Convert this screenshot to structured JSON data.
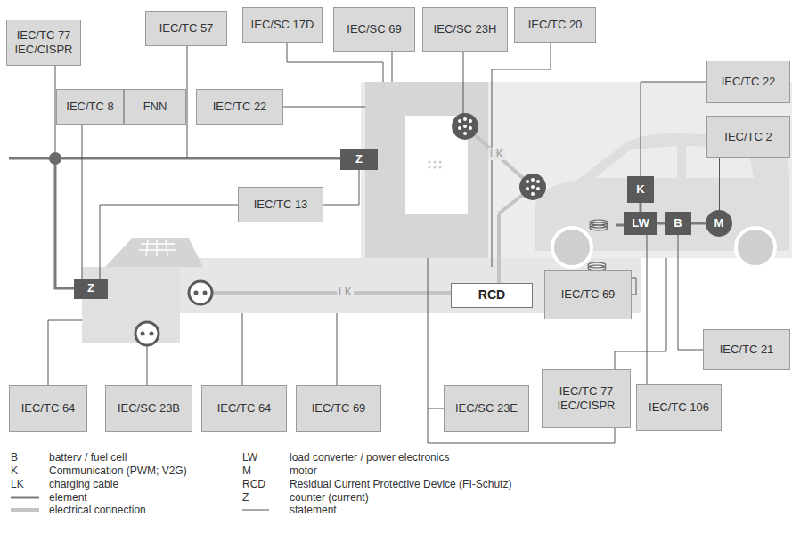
{
  "diagram": {
    "nodes": [
      {
        "text": [
          "IEC/TC 77",
          "IEC/CISPR"
        ]
      },
      {
        "text": [
          "IEC/TC 57"
        ]
      },
      {
        "text": [
          "IEC/SC 17D"
        ]
      },
      {
        "text": [
          "IEC/SC 69"
        ]
      },
      {
        "text": [
          "IEC/SC 23H"
        ]
      },
      {
        "text": [
          "IEC/TC 20"
        ]
      },
      {
        "text": [
          "IEC/TC 22"
        ]
      },
      {
        "text": [
          "IEC/TC 8"
        ]
      },
      {
        "text": [
          "FNN"
        ]
      },
      {
        "text": [
          "IEC/TC 22"
        ]
      },
      {
        "text": [
          "IEC/TC 2"
        ]
      },
      {
        "text": [
          "IEC/TC 13"
        ]
      },
      {
        "text": [
          "IEC/TC 69"
        ]
      },
      {
        "text": [
          "RCD"
        ]
      },
      {
        "text": [
          "IEC/TC 21"
        ]
      },
      {
        "text": [
          "IEC/TC 64"
        ]
      },
      {
        "text": [
          "IEC/SC 23B"
        ]
      },
      {
        "text": [
          "IEC/TC 64"
        ]
      },
      {
        "text": [
          "IEC/TC 69"
        ]
      },
      {
        "text": [
          "IEC/SC 23E"
        ]
      },
      {
        "text": [
          "IEC/TC 77",
          "IEC/CISPR"
        ]
      },
      {
        "text": [
          "IEC/TC 106"
        ]
      },
      {
        "text": [
          "Z"
        ]
      },
      {
        "text": [
          "Z"
        ]
      },
      {
        "text": [
          "K"
        ]
      },
      {
        "text": [
          "LW"
        ]
      },
      {
        "text": [
          "B"
        ]
      },
      {
        "text": [
          "M"
        ]
      }
    ],
    "edges": [
      {
        "from": 11,
        "to": 22,
        "arrow": "none"
      },
      {
        "from": 11,
        "to": 23,
        "arrow": "none"
      },
      {
        "from": 7,
        "to": 23,
        "arrow": "none"
      },
      {
        "from": 6,
        "to": 24,
        "arrow": "none"
      },
      {
        "from": 10,
        "to": 27,
        "arrow": "none"
      },
      {
        "from": 14,
        "to": 26,
        "arrow": "none"
      },
      {
        "from": 21,
        "to": 25,
        "arrow": "none"
      },
      {
        "from": 24,
        "to": 25,
        "arrow": "none"
      },
      {
        "from": 25,
        "to": 26,
        "arrow": "none"
      },
      {
        "from": 26,
        "to": 27,
        "arrow": "none"
      }
    ],
    "labels": [
      "B",
      "K",
      "LK",
      "LW",
      "M",
      "RCD",
      "Z",
      "LK",
      "LK"
    ],
    "legend": [
      {
        "text": "batterv / fuel cell"
      },
      {
        "text": "Communication (PWM; V2G)"
      },
      {
        "text": "charging cable"
      },
      {
        "text": "element"
      },
      {
        "text": "electrical connection"
      },
      {
        "text": "load converter / power electronics"
      },
      {
        "text": "motor"
      },
      {
        "text": "Residual Current Protective Device (FI-Schutz)"
      },
      {
        "text": "counter (current)"
      },
      {
        "text": "statement"
      }
    ]
  }
}
